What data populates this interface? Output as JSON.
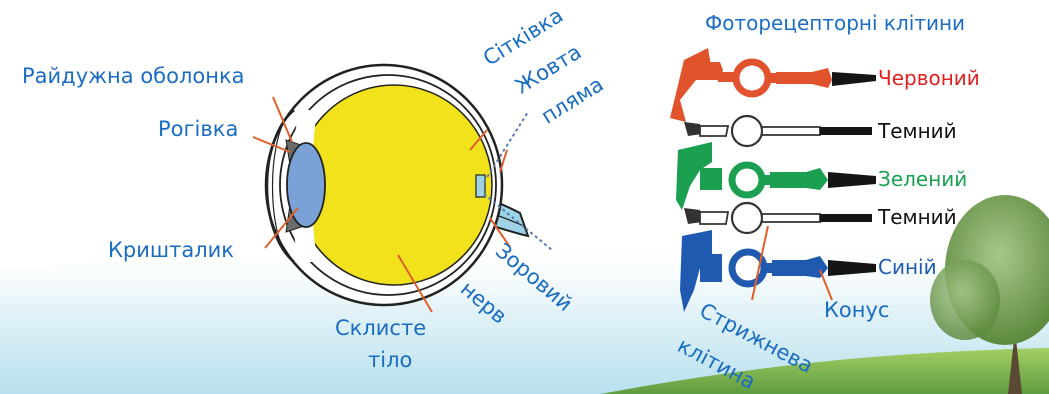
{
  "eye_labels": {
    "iris": "Райдужна оболонка",
    "cornea": "Рогівка",
    "lens": "Кришталик",
    "vitreous_1": "Склисте",
    "vitreous_2": "тіло",
    "retina": "Сітківка",
    "macula_1": "Жовта",
    "macula_2": "пляма",
    "optic_nerve_1": "Зоровий",
    "optic_nerve_2": "нерв"
  },
  "photoreceptors": {
    "title": "Фоторецепторні клітини",
    "rows": [
      {
        "label": "Червоний",
        "color": "#e02020"
      },
      {
        "label": "Темний",
        "color": "#111111"
      },
      {
        "label": "Зелений",
        "color": "#1aa050"
      },
      {
        "label": "Темний",
        "color": "#111111"
      },
      {
        "label": "Синій",
        "color": "#1f5ab0"
      }
    ],
    "cone_label": "Конус",
    "rod_label_1": "Стрижнева",
    "rod_label_2": "клітина"
  },
  "colors": {
    "label_blue": "#1a6dc1",
    "leader_red": "#e0602c",
    "vitreous_yellow": "#f1e21c",
    "lens_blue": "#7aa2d6",
    "nerve_blue": "#9fd3e8",
    "background_sky": "#cfeaf4"
  }
}
